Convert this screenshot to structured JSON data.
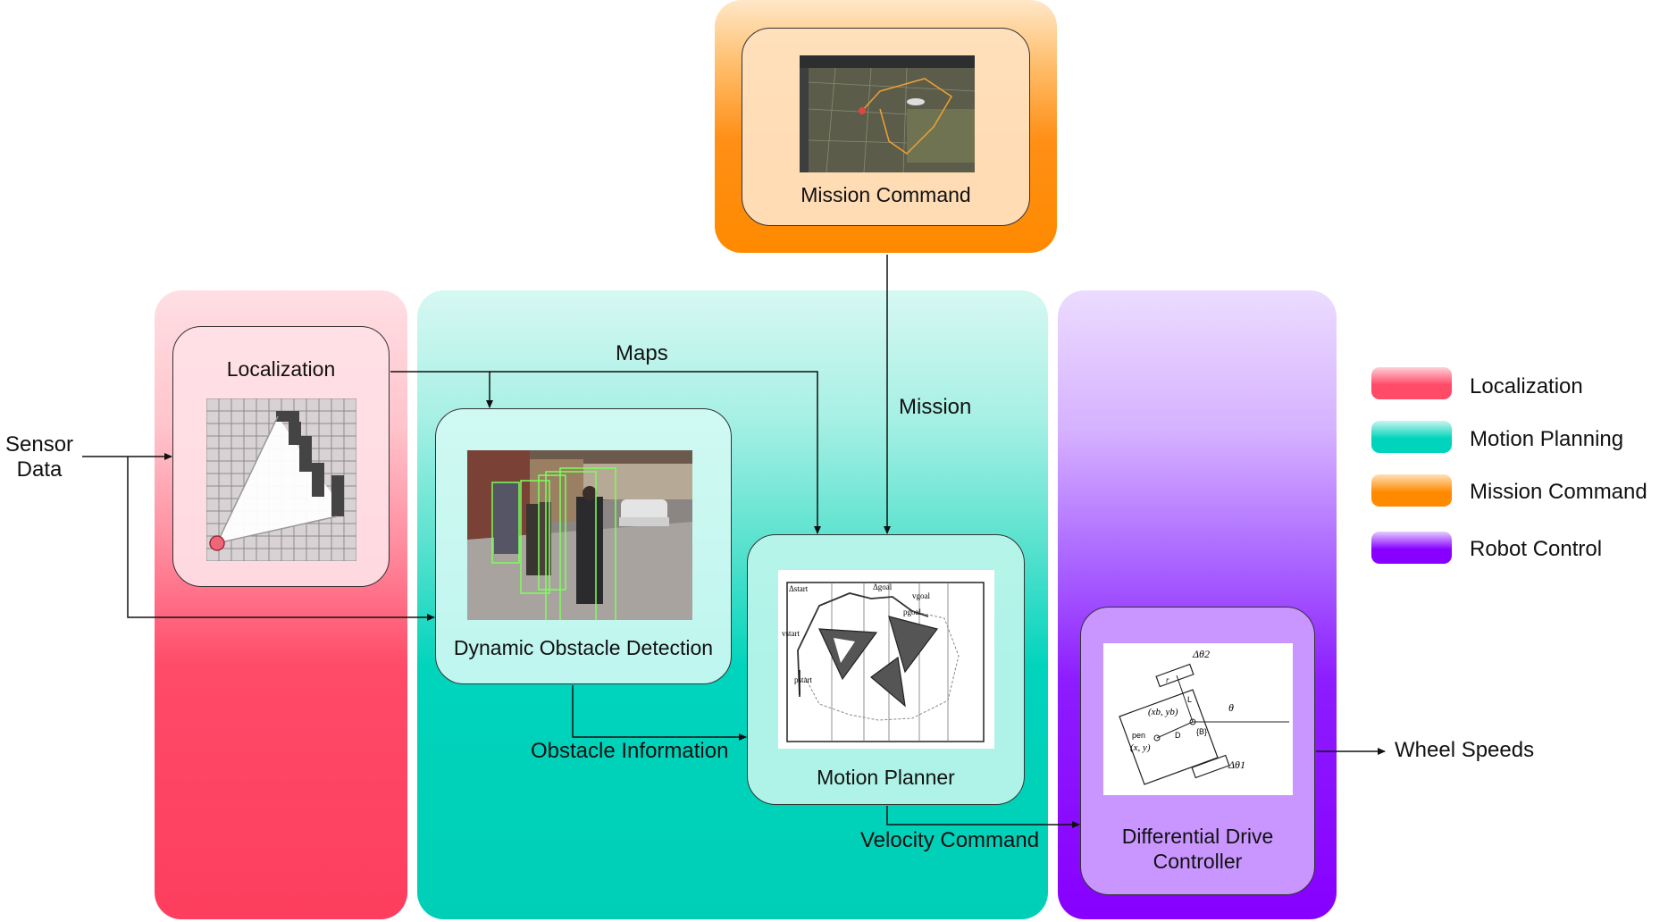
{
  "labels": {
    "sensor_data": "Sensor\nData",
    "maps": "Maps",
    "mission": "Mission",
    "obstacle_information": "Obstacle Information",
    "velocity_command": "Velocity Command",
    "wheel_speeds": "Wheel Speeds"
  },
  "boxes": {
    "localization": "Localization",
    "dynamic_obstacle_detection": "Dynamic Obstacle Detection",
    "motion_planner": "Motion Planner",
    "mission_command": "Mission Command",
    "differential_drive_controller": "Differential Drive\nController"
  },
  "legend": [
    {
      "label": "Localization",
      "color": "#ff4a68"
    },
    {
      "label": "Motion Planning",
      "color": "#00d4bc"
    },
    {
      "label": "Mission Command",
      "color": "#ff8a00"
    },
    {
      "label": "Robot Control",
      "color": "#8800ff"
    }
  ],
  "planner_figure": {
    "delta_start": "Δstart",
    "delta_goal": "Δgoal",
    "v_goal": "vgoal",
    "p_goal": "pgoal",
    "v_start": "vstart",
    "p_start": "pstart"
  },
  "drive_figure": {
    "delta_theta_2": "Δθ2",
    "delta_theta_1": "Δθ1",
    "theta": "θ",
    "pen": "pen",
    "xy": "(x, y)",
    "xbyb": "(xb, yb)",
    "D": "D",
    "B": "{B}",
    "L": "L",
    "r": "r"
  }
}
